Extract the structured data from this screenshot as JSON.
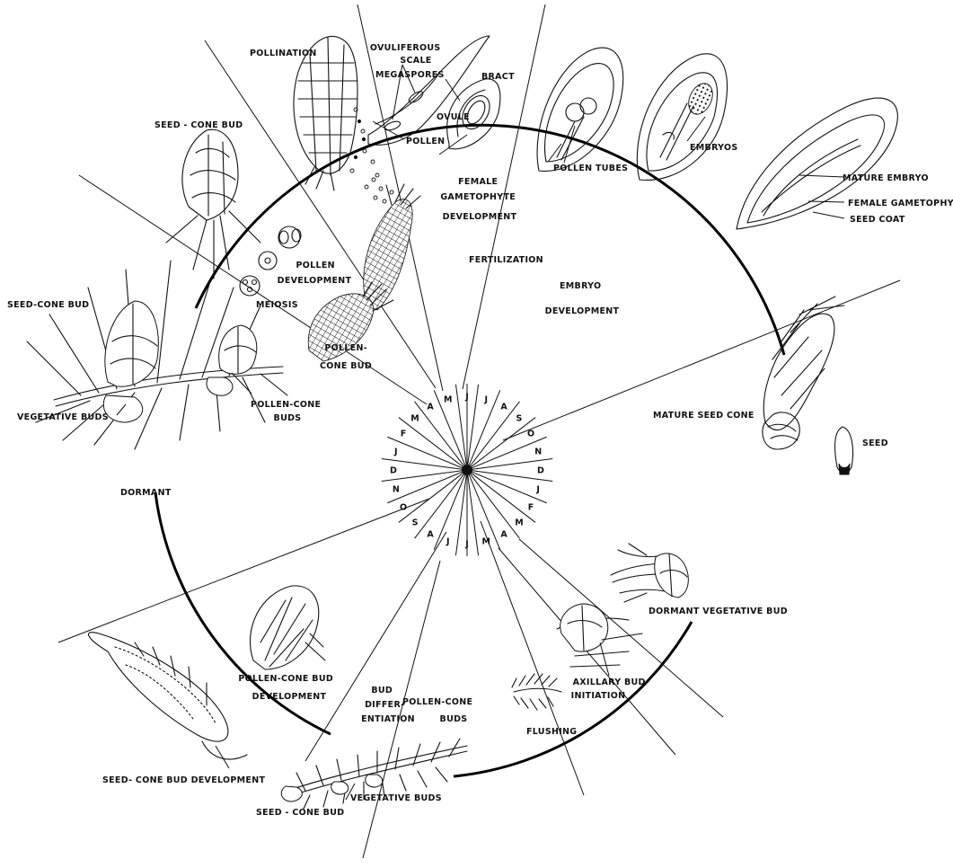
{
  "labels": {
    "pollination": "POLLINATION",
    "ovuliferous_scale": [
      "OVULIFEROUS",
      "SCALE"
    ],
    "megaspores": "MEGASPORES",
    "bract": "BRACT",
    "ovule": "OVULE",
    "pollen": "POLLEN",
    "pollen_tubes": "POLLEN TUBES",
    "embryos": "EMBRYOS",
    "mature_embryo": "MATURE EMBRYO",
    "female_gametophyte": "FEMALE GAMETOPHYTE",
    "seed_coat": "SEED COAT",
    "seed_cone_bud_top": "SEED - CONE BUD",
    "female_gametophyte_development": [
      "FEMALE",
      "GAMETOPHYTE",
      "DEVELOPMENT"
    ],
    "fertilization": "FERTILIZATION",
    "embryo_development": [
      "EMBRYO",
      "DEVELOPMENT"
    ],
    "pollen_development": [
      "POLLEN",
      "DEVELOPMENT"
    ],
    "meiosis": "MEIOSIS",
    "pollen_cone_bud": [
      "POLLEN-",
      "CONE BUD"
    ],
    "seed_cone_bud_left": "SEED-CONE BUD",
    "vegetative_buds_left": "VEGETATIVE BUDS",
    "pollen_cone_buds_left": [
      "POLLEN-CONE",
      "BUDS"
    ],
    "mature_seed_cone": "MATURE SEED CONE",
    "seed": "SEED",
    "dormant": "DORMANT",
    "dormant_vegetative_bud": "DORMANT  VEGETATIVE BUD",
    "axillary_bud_initiation": [
      "AXILLARY BUD",
      "INITIATION"
    ],
    "flushing": "FLUSHING",
    "pollen_cone_bud_development": [
      "POLLEN-CONE BUD",
      "DEVELOPMENT"
    ],
    "bud_differentiation": [
      "BUD",
      "DIFFER-",
      "ENTIATION"
    ],
    "pollen_cone_buds_bottom": [
      "POLLEN-CONE",
      "BUDS"
    ],
    "seed_cone_bud_development": "SEED- CONE BUD DEVELOPMENT",
    "vegetative_buds_bottom": "VEGETATIVE BUDS",
    "seed_cone_bud_bottom": "SEED - CONE BUD"
  },
  "months": [
    "J",
    "A",
    "S",
    "O",
    "N",
    "D",
    "J",
    "F",
    "M",
    "A",
    "M",
    "J",
    "J",
    "A",
    "S",
    "O",
    "N",
    "D",
    "J",
    "F",
    "M",
    "A",
    "M",
    "J"
  ]
}
